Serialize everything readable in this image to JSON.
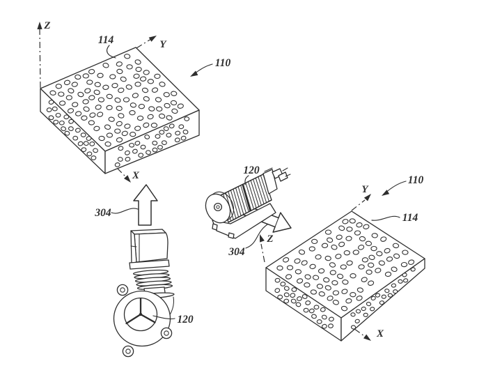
{
  "figure": {
    "background_color": "#ffffff",
    "ink_color": "#2e2e2e",
    "views": {
      "left": {
        "axis_z_label": "Z",
        "axis_y_label": "Y",
        "axis_x_label": "X",
        "surface_ref_label": "114",
        "panel_ref_label": "110",
        "flow_ref_label": "304",
        "fan_ref_label": "120"
      },
      "right": {
        "axis_z_label": "Z",
        "axis_y_label": "Y",
        "axis_x_label": "X",
        "surface_ref_label": "114",
        "panel_ref_label": "110",
        "flow_ref_label": "304",
        "fan_ref_label": "120"
      }
    }
  }
}
